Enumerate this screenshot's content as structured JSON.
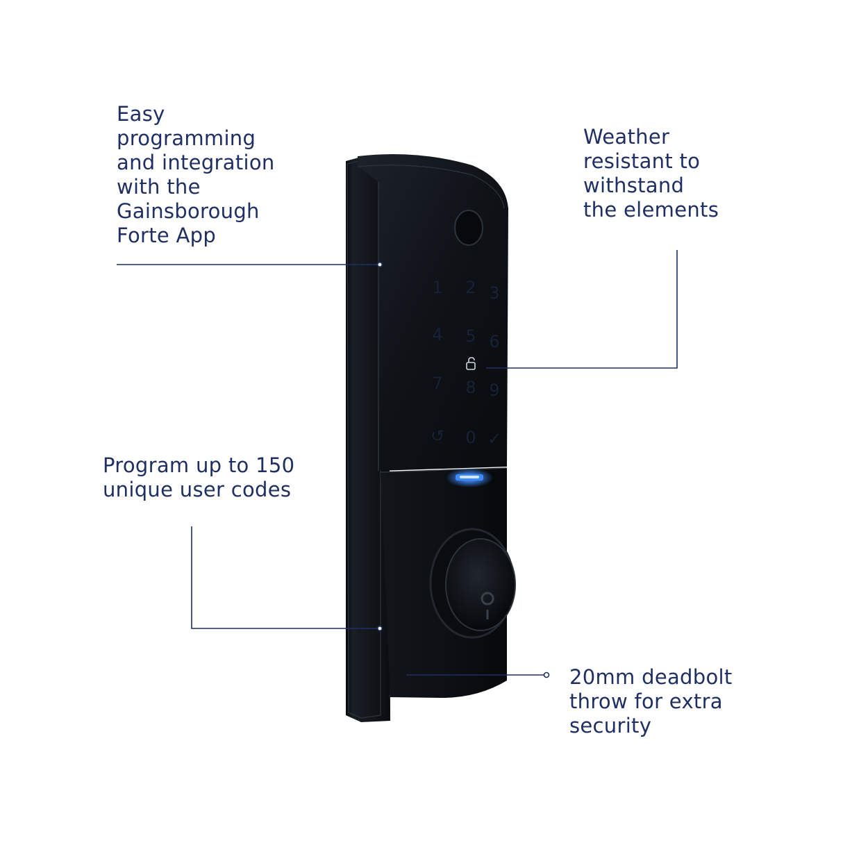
{
  "callouts": {
    "app": "Easy\nprogramming\nand integration\nwith the\nGainsborough\nForte App",
    "weather": "Weather\nresistant to\nwithstand\nthe elements",
    "codes": "Program up to 150\nunique user codes",
    "deadbolt": "20mm deadbolt\nthrow for extra\nsecurity"
  },
  "keypad": {
    "keys": [
      "1",
      "2",
      "3",
      "4",
      "5",
      "6",
      "7",
      "8",
      "9",
      "↺",
      "0",
      "✓"
    ]
  },
  "colors": {
    "callout_text": "#1f2f63",
    "leader_line": "#1f2f63",
    "lock_body": "#0e1117",
    "status_led": "#3d8bff",
    "background": "#ffffff"
  }
}
